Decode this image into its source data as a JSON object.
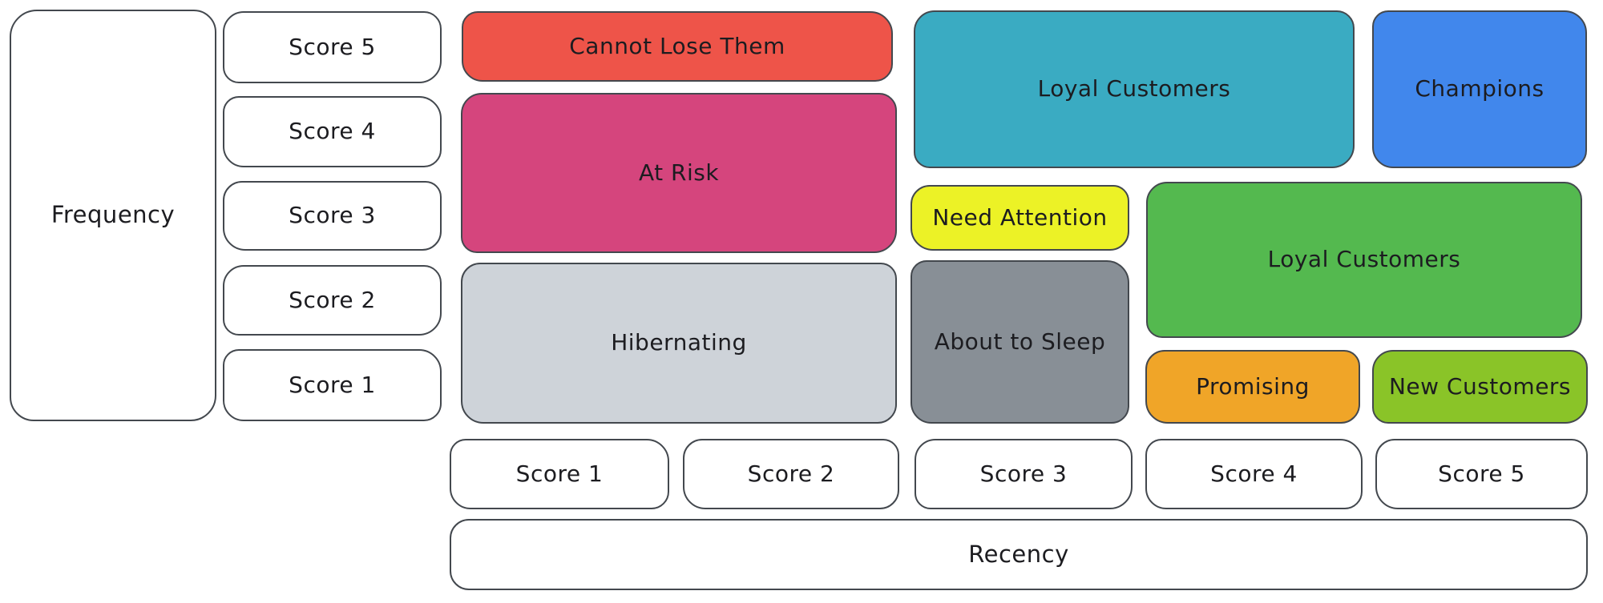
{
  "axes": {
    "frequency": {
      "label": "Frequency",
      "scores": [
        "Score 5",
        "Score 4",
        "Score 3",
        "Score 2",
        "Score 1"
      ]
    },
    "recency": {
      "label": "Recency",
      "scores": [
        "Score 1",
        "Score 2",
        "Score 3",
        "Score 4",
        "Score 5"
      ]
    }
  },
  "segments": {
    "cannot_lose_them": {
      "label": "Cannot Lose Them",
      "color": "#ee5449"
    },
    "at_risk": {
      "label": "At Risk",
      "color": "#d5457d"
    },
    "hibernating": {
      "label": "Hibernating",
      "color": "#ced3d9"
    },
    "loyal_customers_upper": {
      "label": "Loyal Customers",
      "color": "#3aabc2"
    },
    "champions": {
      "label": "Champions",
      "color": "#4187ec"
    },
    "need_attention": {
      "label": "Need Attention",
      "color": "#ecf226"
    },
    "loyal_customers_lower": {
      "label": "Loyal Customers",
      "color": "#54b94f"
    },
    "about_to_sleep": {
      "label": "About to Sleep",
      "color": "#888f96"
    },
    "promising": {
      "label": "Promising",
      "color": "#f0a528"
    },
    "new_customers": {
      "label": "New Customers",
      "color": "#8ac428"
    }
  },
  "style": {
    "stroke_color": "#43484e",
    "text_color": "#1c1c20",
    "background_color": "#ffffff"
  }
}
